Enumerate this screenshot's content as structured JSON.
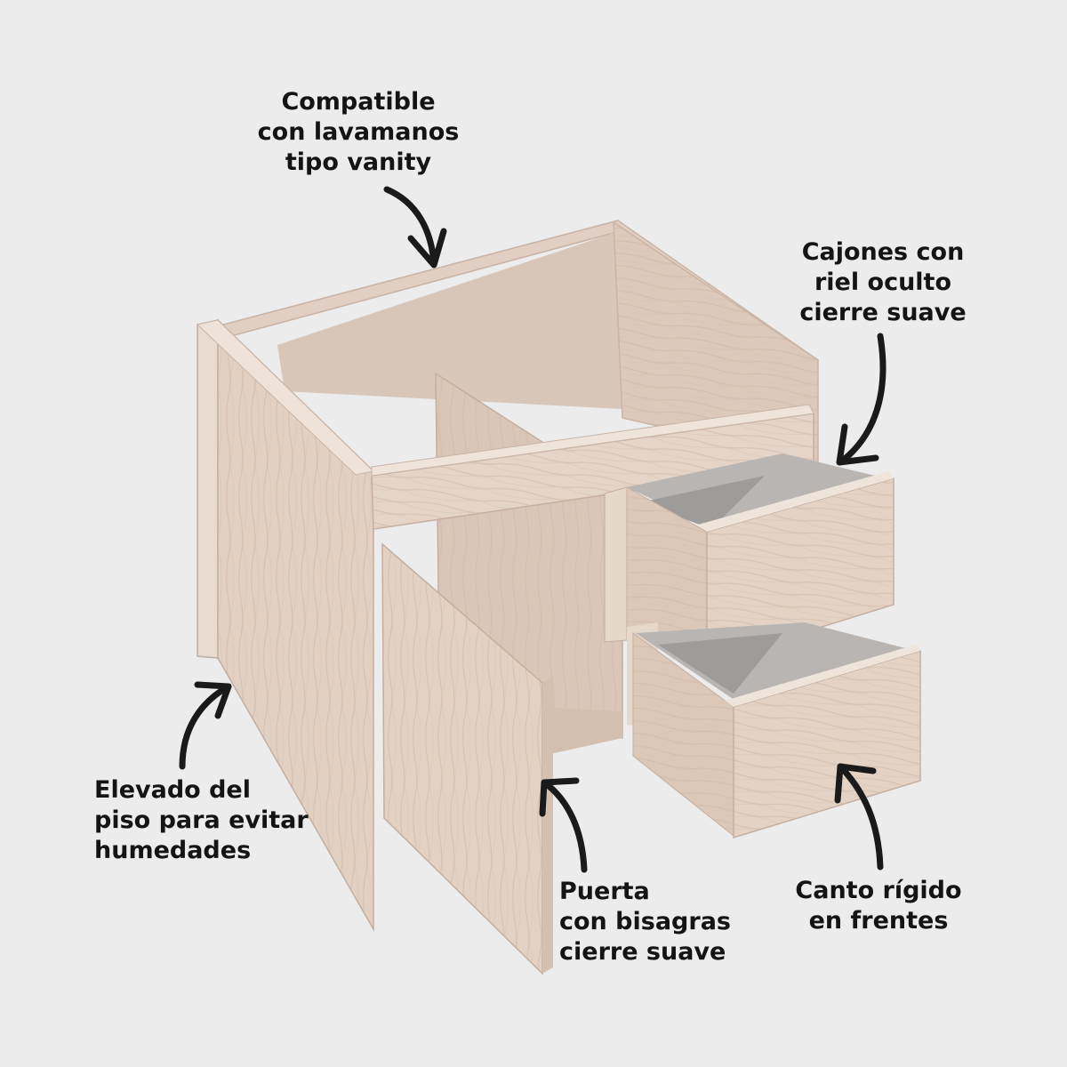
{
  "background_color": "#ececec",
  "wood_color": "#e4d3c6",
  "annotations": {
    "vanity": {
      "lines": [
        "Compatible",
        "con lavamanos",
        "tipo vanity"
      ]
    },
    "drawers": {
      "lines": [
        "Cajones con",
        "riel oculto",
        "cierre suave"
      ]
    },
    "elevated": {
      "lines": [
        "Elevado del",
        "piso para evitar",
        "humedades"
      ]
    },
    "door": {
      "lines": [
        "Puerta",
        "con bisagras",
        "cierre suave"
      ]
    },
    "edge": {
      "lines": [
        "Canto rígido",
        "en frentes"
      ]
    }
  }
}
